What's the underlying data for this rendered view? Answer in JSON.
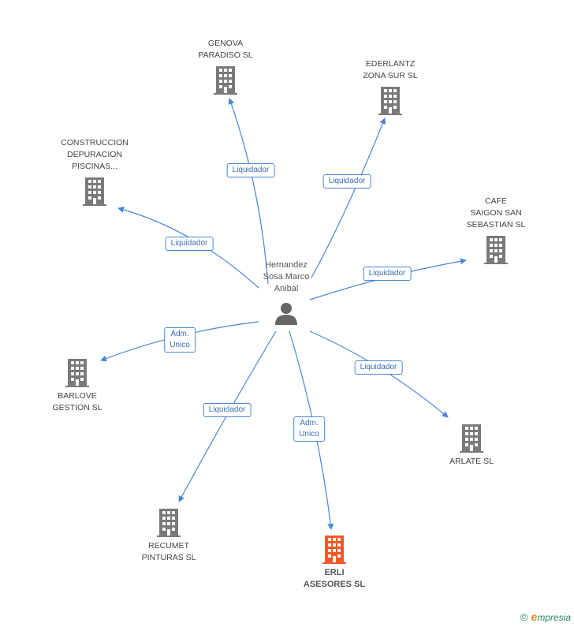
{
  "center": {
    "name_lines": [
      "Hernandez",
      "Sosa Marco",
      "Anibal"
    ],
    "icon": "person-icon"
  },
  "companies": [
    {
      "id": "genova",
      "lines": [
        "GENOVA",
        "PARADISO SL"
      ]
    },
    {
      "id": "ederlantz",
      "lines": [
        "EDERLANTZ",
        "ZONA SUR SL"
      ]
    },
    {
      "id": "construccion",
      "lines": [
        "CONSTRUCCION",
        "DEPURACION",
        "PISCINAS..."
      ]
    },
    {
      "id": "cafe",
      "lines": [
        "CAFE",
        "SAIGON SAN",
        "SEBASTIAN SL"
      ]
    },
    {
      "id": "barlove",
      "lines": [
        "BARLOVE",
        "GESTION SL"
      ]
    },
    {
      "id": "arlate",
      "lines": [
        "ARLATE SL"
      ]
    },
    {
      "id": "recumet",
      "lines": [
        "RECUMET",
        "PINTURAS SL"
      ]
    },
    {
      "id": "erli",
      "lines": [
        "ERLI",
        "ASESORES SL"
      ],
      "highlighted": true
    }
  ],
  "relations": [
    {
      "to": "genova",
      "lines": [
        "Liquidador"
      ]
    },
    {
      "to": "ederlantz",
      "lines": [
        "Liquidador"
      ]
    },
    {
      "to": "construccion",
      "lines": [
        "Liquidador"
      ]
    },
    {
      "to": "cafe",
      "lines": [
        "Liquidador"
      ]
    },
    {
      "to": "barlove",
      "lines": [
        "Adm.",
        "Unico"
      ]
    },
    {
      "to": "arlate",
      "lines": [
        "Liquidador"
      ]
    },
    {
      "to": "recumet",
      "lines": [
        "Liquidador"
      ]
    },
    {
      "to": "erli",
      "lines": [
        "Adm.",
        "Unico"
      ]
    }
  ],
  "colors": {
    "edge": "#4a86d6",
    "building": "#7a7a7a",
    "building_highlight": "#f05a28",
    "person": "#666666"
  },
  "brand": {
    "copyright": "©",
    "name": "Empresia"
  }
}
